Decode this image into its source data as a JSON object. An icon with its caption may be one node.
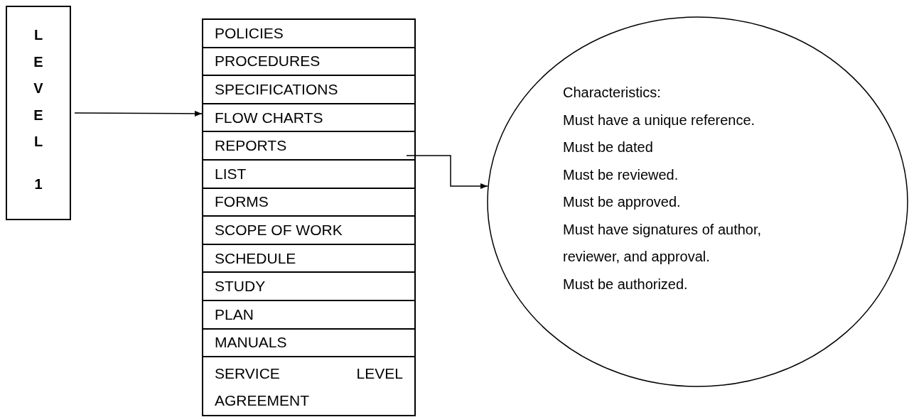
{
  "diagram": {
    "nodes": [
      {
        "text": [
          "LEVEL 1"
        ]
      },
      {
        "text": [],
        "shape": "box"
      },
      {
        "text": [
          "POLICIES"
        ],
        "in": 1
      },
      {
        "text": [
          "PROCEDURES"
        ],
        "in": 1
      },
      {
        "text": [
          "SPECIFICATIONS"
        ],
        "in": 1
      },
      {
        "text": [
          "FLOW CHARTS"
        ],
        "in": 1
      },
      {
        "text": [
          "REPORTS"
        ],
        "in": 1
      },
      {
        "text": [
          "LIST"
        ],
        "in": 1
      },
      {
        "text": [
          "FORMS"
        ],
        "in": 1
      },
      {
        "text": [
          "SCOPE OF WORK"
        ],
        "in": 1
      },
      {
        "text": [
          "SCHEDULE"
        ],
        "in": 1
      },
      {
        "text": [
          "STUDY"
        ],
        "in": 1
      },
      {
        "text": [
          "PLAN"
        ],
        "in": 1
      },
      {
        "text": [
          "MANUALS"
        ],
        "in": 1
      },
      {
        "text": [
          "SERVICE LEVEL AGREEMENT"
        ],
        "in": 1
      },
      {
        "text": [
          "Characteristics:",
          "Must have a unique reference.",
          "Must be dated",
          "Must be reviewed.",
          "Must be approved.",
          "Must have signatures of author, reviewer, and approval.",
          "Must be authorized."
        ]
      }
    ],
    "edges": [
      {
        "from": 0,
        "to": 1,
        "arrow": "to"
      },
      {
        "from": 6,
        "to": 15,
        "arrow": "to"
      }
    ]
  }
}
